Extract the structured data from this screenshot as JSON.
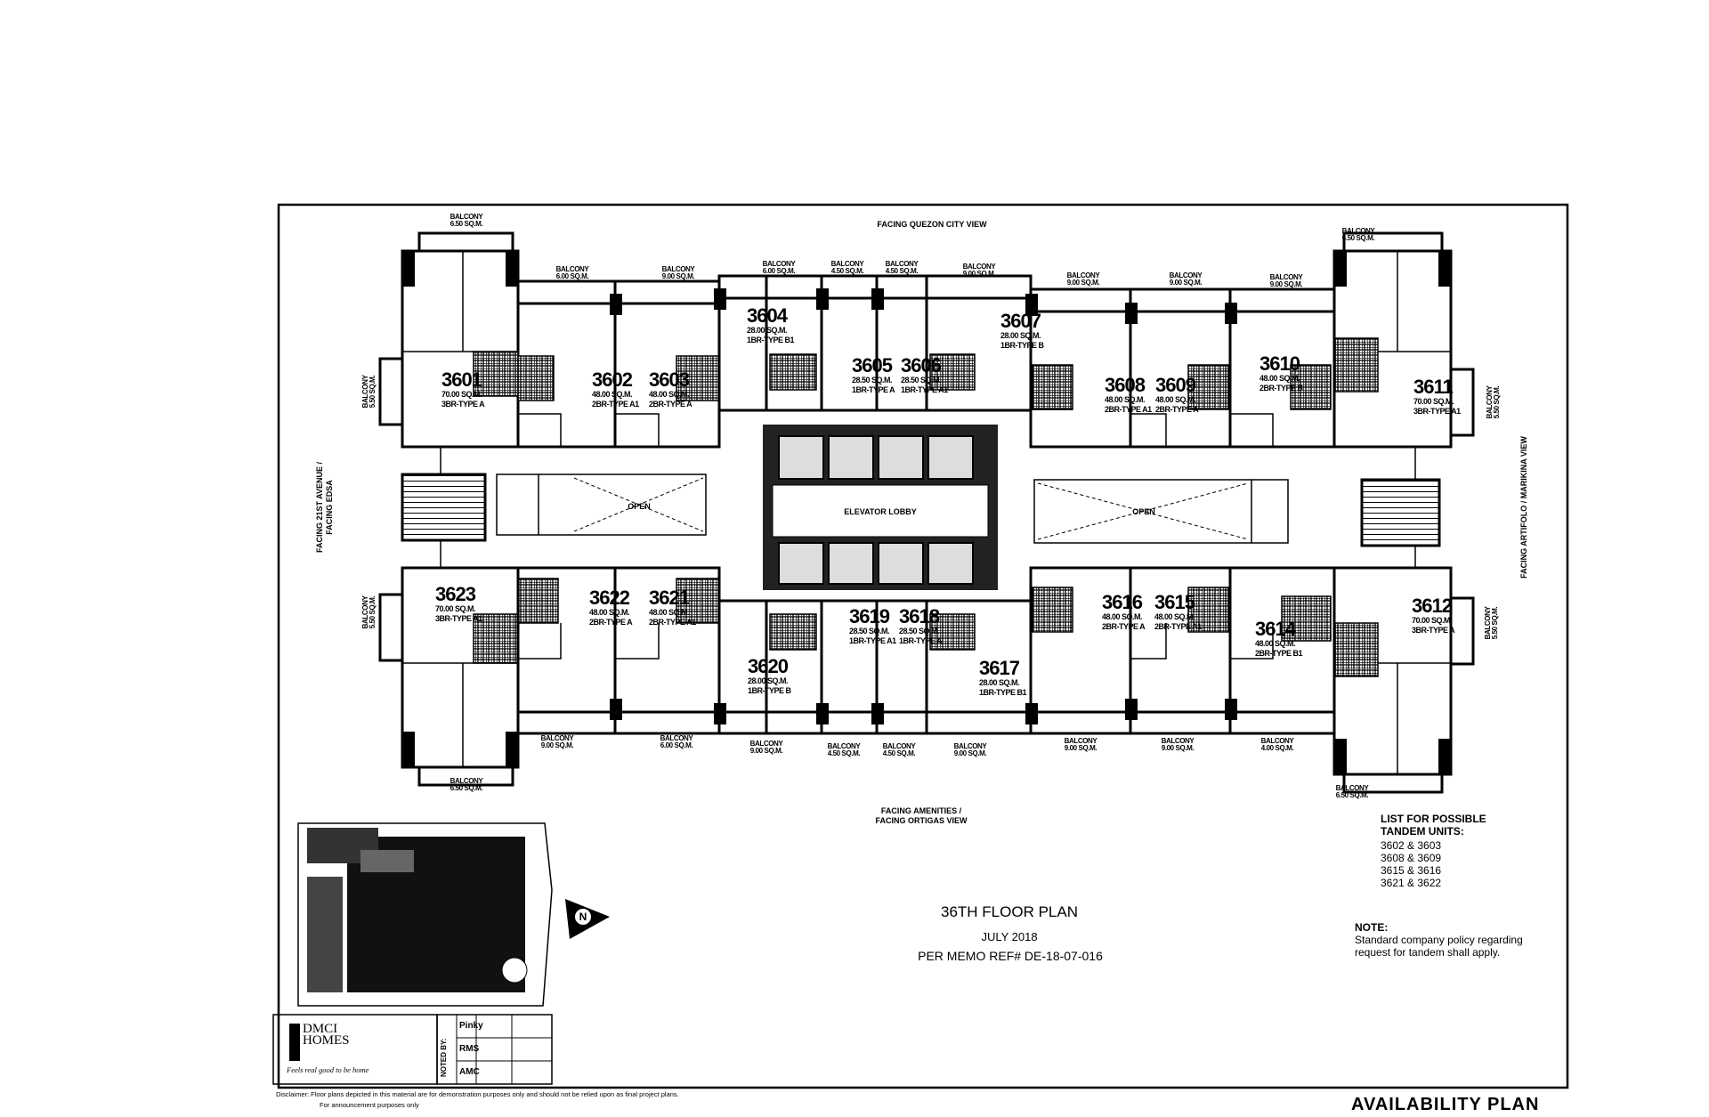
{
  "title": "36TH FLOOR PLAN",
  "date": "JULY 2018",
  "memo": "PER MEMO REF# DE-18-07-016",
  "footer_title": "AVAILABILITY PLAN",
  "facing": {
    "top": "FACING QUEZON CITY VIEW",
    "bottom_1": "FACING AMENITIES /",
    "bottom_2": "FACING ORTIGAS VIEW",
    "left_1": "FACING 21ST AVENUE /",
    "left_2": "FACING EDSA",
    "right": "FACING ARTIFOLO / MARIKINA VIEW"
  },
  "areas": {
    "elevator_lobby": "ELEVATOR LOBBY",
    "open_left": "OPEN",
    "open_right": "OPEN"
  },
  "units": [
    {
      "no": "3601",
      "area": "70.00 SQ.M.",
      "type": "3BR-TYPE A"
    },
    {
      "no": "3602",
      "area": "48.00 SQ.M.",
      "type": "2BR-TYPE A1"
    },
    {
      "no": "3603",
      "area": "48.00 SQ.M.",
      "type": "2BR-TYPE A"
    },
    {
      "no": "3604",
      "area": "28.00 SQ.M.",
      "type": "1BR-TYPE B1"
    },
    {
      "no": "3605",
      "area": "28.50 SQ.M.",
      "type": "1BR-TYPE A"
    },
    {
      "no": "3606",
      "area": "28.50 SQ.M.",
      "type": "1BR-TYPE A1"
    },
    {
      "no": "3607",
      "area": "28.00 SQ.M.",
      "type": "1BR-TYPE B"
    },
    {
      "no": "3608",
      "area": "48.00 SQ.M.",
      "type": "2BR-TYPE A1"
    },
    {
      "no": "3609",
      "area": "48.00 SQ.M.",
      "type": "2BR-TYPE A"
    },
    {
      "no": "3610",
      "area": "48.00 SQ.M.",
      "type": "2BR-TYPE B"
    },
    {
      "no": "3611",
      "area": "70.00 SQ.M.",
      "type": "3BR-TYPE A1"
    },
    {
      "no": "3612",
      "area": "70.00 SQ.M.",
      "type": "3BR-TYPE A"
    },
    {
      "no": "3614",
      "area": "48.00 SQ.M.",
      "type": "2BR-TYPE B1"
    },
    {
      "no": "3615",
      "area": "48.00 SQ.M.",
      "type": "2BR-TYPE A1"
    },
    {
      "no": "3616",
      "area": "48.00 SQ.M.",
      "type": "2BR-TYPE A"
    },
    {
      "no": "3617",
      "area": "28.00 SQ.M.",
      "type": "1BR-TYPE B1"
    },
    {
      "no": "3618",
      "area": "28.50 SQ.M.",
      "type": "1BR-TYPE A"
    },
    {
      "no": "3619",
      "area": "28.50 SQ.M.",
      "type": "1BR-TYPE A1"
    },
    {
      "no": "3620",
      "area": "28.00 SQ.M.",
      "type": "1BR-TYPE B"
    },
    {
      "no": "3621",
      "area": "48.00 SQ.M.",
      "type": "2BR-TYPE A1"
    },
    {
      "no": "3622",
      "area": "48.00 SQ.M.",
      "type": "2BR-TYPE A"
    },
    {
      "no": "3623",
      "area": "70.00 SQ.M.",
      "type": "3BR-TYPE A1"
    }
  ],
  "balconies": [
    {
      "label": "BALCONY",
      "area": "6.50 SQ.M."
    },
    {
      "label": "BALCONY",
      "area": "6.00 SQ.M."
    },
    {
      "label": "BALCONY",
      "area": "9.00 SQ.M."
    },
    {
      "label": "BALCONY",
      "area": "6.00 SQ.M."
    },
    {
      "label": "BALCONY",
      "area": "4.50 SQ.M."
    },
    {
      "label": "BALCONY",
      "area": "4.50 SQ.M."
    },
    {
      "label": "BALCONY",
      "area": "9.00 SQ.M."
    },
    {
      "label": "BALCONY",
      "area": "9.00 SQ.M."
    },
    {
      "label": "BALCONY",
      "area": "9.00 SQ.M."
    },
    {
      "label": "BALCONY",
      "area": "9.00 SQ.M."
    },
    {
      "label": "BALCONY",
      "area": "6.50 SQ.M."
    },
    {
      "label": "BALCONY",
      "area": "5.50 SQ.M."
    },
    {
      "label": "BALCONY",
      "area": "5.50 SQ.M."
    },
    {
      "label": "BALCONY",
      "area": "5.50 SQ.M."
    },
    {
      "label": "BALCONY",
      "area": "9.00 SQ.M."
    },
    {
      "label": "BALCONY",
      "area": "6.00 SQ.M."
    },
    {
      "label": "BALCONY",
      "area": "9.00 SQ.M."
    },
    {
      "label": "BALCONY",
      "area": "4.50 SQ.M."
    },
    {
      "label": "BALCONY",
      "area": "4.50 SQ.M."
    },
    {
      "label": "BALCONY",
      "area": "9.00 SQ.M."
    },
    {
      "label": "BALCONY",
      "area": "9.00 SQ.M."
    },
    {
      "label": "BALCONY",
      "area": "9.00 SQ.M."
    },
    {
      "label": "BALCONY",
      "area": "4.00 SQ.M."
    },
    {
      "label": "BALCONY",
      "area": "6.50 SQ.M."
    },
    {
      "label": "BALCONY",
      "area": "6.50 SQ.M."
    },
    {
      "label": "BALCONY",
      "area": "5.50 SQ.M."
    }
  ],
  "tandem": {
    "heading_1": "LIST FOR POSSIBLE",
    "heading_2": "TANDEM UNITS:",
    "pairs": [
      "3602 & 3603",
      "3608 & 3609",
      "3615 & 3616",
      "3621 & 3622"
    ]
  },
  "note": {
    "heading": "NOTE:",
    "line_1": "Standard company policy regarding",
    "line_2": "request for tandem shall apply."
  },
  "logo": {
    "brand_1": "DMCI",
    "brand_2": "HOMES",
    "tagline": "Feels real good to be home"
  },
  "noted_by": {
    "label": "NOTED BY:",
    "names": [
      "Pinky",
      "RMS",
      "AMC"
    ]
  },
  "north_label": "N",
  "disclaimer": {
    "line_1": "Disclaimer:  Floor plans depicted in this material are for demonstration purposes only and should not be relied upon as final project plans.",
    "line_2": "For announcement purposes only"
  }
}
